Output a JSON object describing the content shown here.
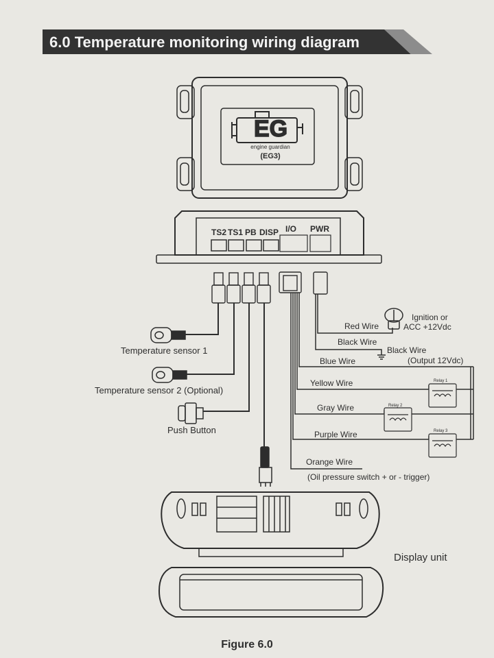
{
  "header": {
    "title": "6.0 Temperature monitoring wiring diagram"
  },
  "module": {
    "brand_logo_text": "EG",
    "brand_name": "engine guardian",
    "model": "(EG3)"
  },
  "ports": [
    "TS2",
    "TS1",
    "PB",
    "DISP",
    "I/O",
    "PWR"
  ],
  "components": {
    "temp_sensor_1": "Temperature sensor 1",
    "temp_sensor_2": "Temperature sensor 2 (Optional)",
    "push_button": "Push Button",
    "display_unit": "Display unit",
    "ignition": "Ignition or",
    "ignition_2": "ACC +12Vdc"
  },
  "wires": {
    "red": "Red Wire",
    "black_pwr": "Black Wire",
    "black_out": "Black Wire",
    "output_note": "(Output 12Vdc)",
    "blue": "Blue Wire",
    "yellow": "Yellow Wire",
    "gray": "Gray Wire",
    "purple": "Purple Wire",
    "orange": "Orange Wire",
    "oil_note": "(Oil pressure switch + or - trigger)"
  },
  "relays": [
    "Relay 1",
    "Relay 2",
    "Relay 3"
  ],
  "caption": "Figure 6.0"
}
